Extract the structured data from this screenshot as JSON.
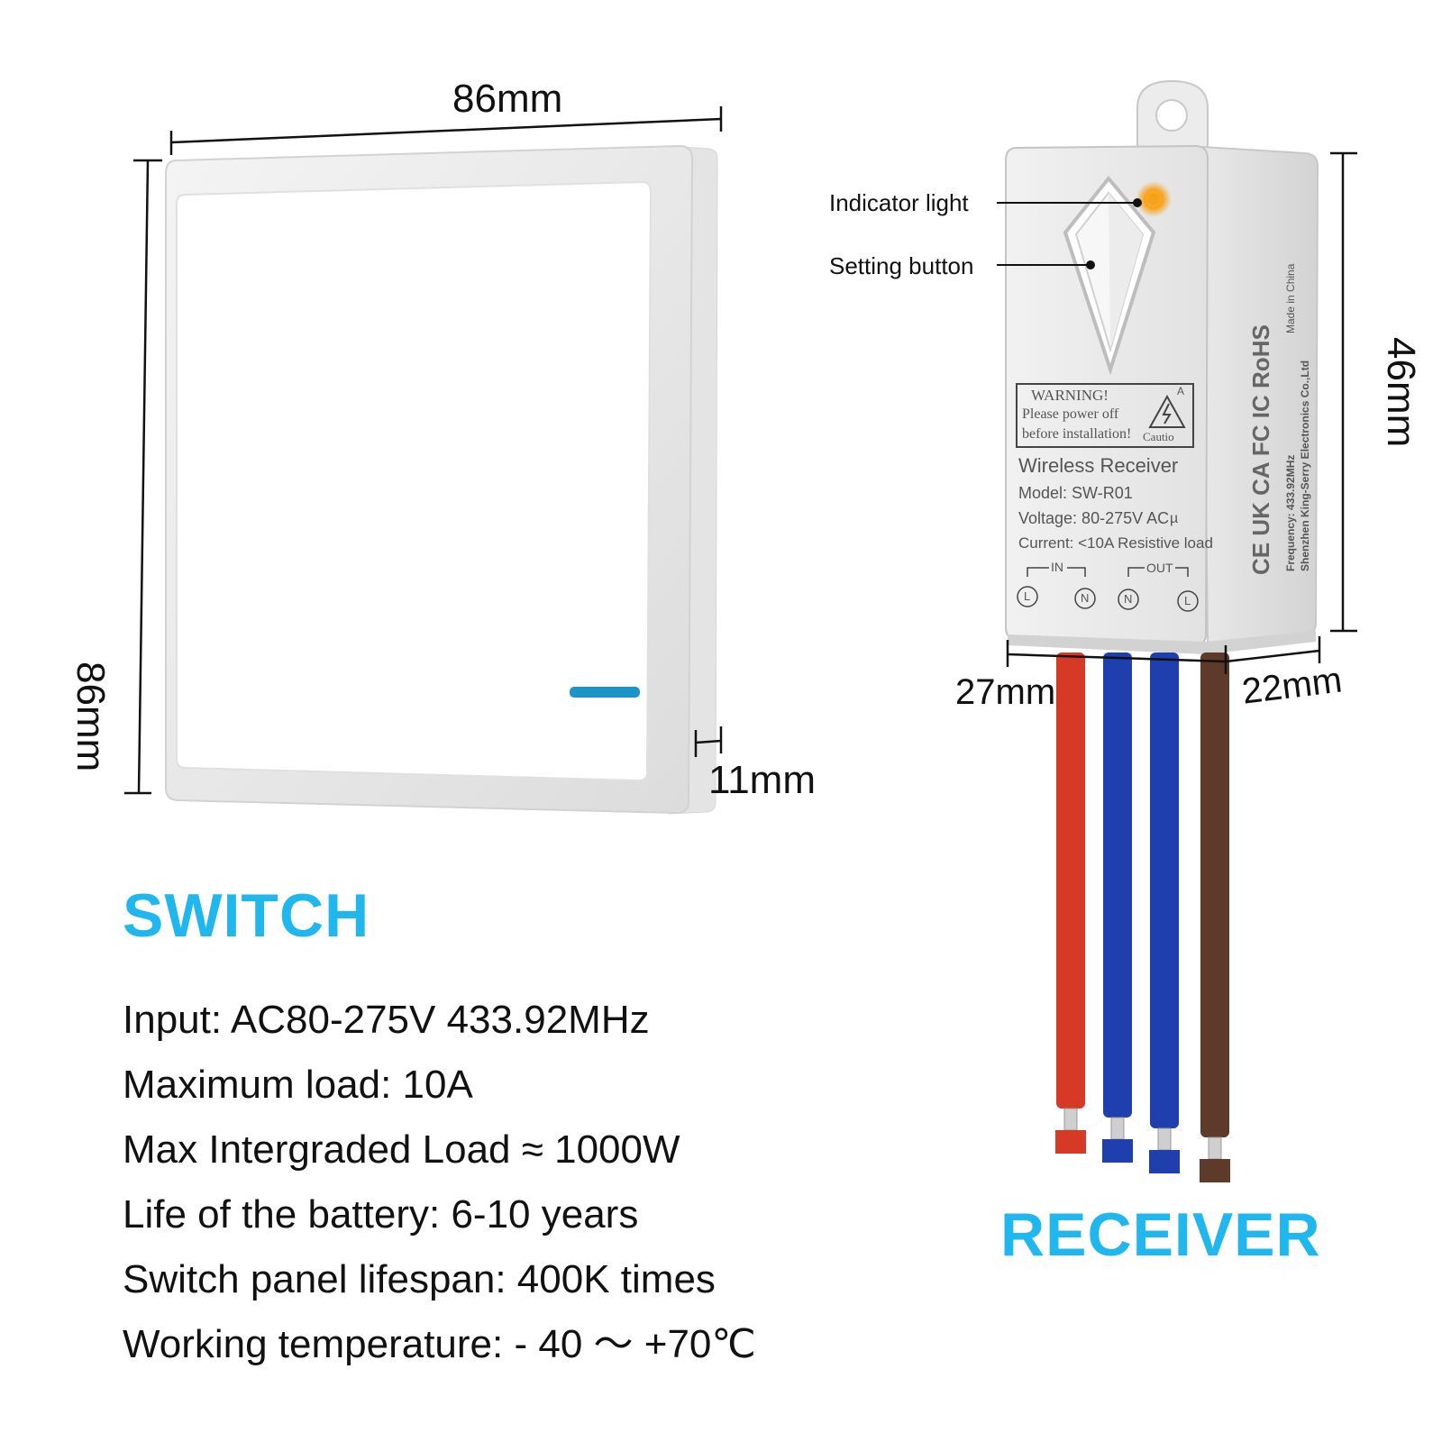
{
  "switch": {
    "width_label": "86mm",
    "height_label": "86mm",
    "depth_label": "11mm",
    "heading": "SWITCH"
  },
  "receiver": {
    "callouts": {
      "indicator": "Indicator light",
      "setting": "Setting button"
    },
    "height_label": "46mm",
    "width_label": "27mm",
    "depth_label": "22mm",
    "heading": "RECEIVER",
    "warning": {
      "title": "WARNING!",
      "line1": "Please power off",
      "line2": "before installation!",
      "caution": "Cautio",
      "corner": "A"
    },
    "info": {
      "name": "Wireless Receiver",
      "model": "Model: SW-R01",
      "voltage": "Voltage: 80-275V AC",
      "voltage_mark": "µ",
      "current": "Current: <10A Resistive load"
    },
    "terminals": {
      "in_label": "IN",
      "out_label": "OUT",
      "t1": "L",
      "t2": "N",
      "t3": "N",
      "t4": "L"
    },
    "side": {
      "marks": "CE UK CA FC IC RoHS",
      "made_in": "Made in China",
      "frequency": "Frequency: 433.92MHz",
      "maker": "Shenzhen King-Serry Electronics Co.,Ltd"
    },
    "wire_colors": [
      "#d63a26",
      "#1f3fae",
      "#1f3fae",
      "#5e3a2a"
    ]
  },
  "specs": [
    "Input: AC80-275V 433.92MHz",
    "Maximum load: 10A",
    "Max Intergraded Load ≈ 1000W",
    "Life of the battery: 6-10 years",
    "Switch panel lifespan: 400K times",
    "Working temperature: - 40 ～ +70℃"
  ],
  "colors": {
    "heading": "#20b7ee",
    "indicator": "#f7a21b",
    "switch_led": "#1d94c9"
  }
}
